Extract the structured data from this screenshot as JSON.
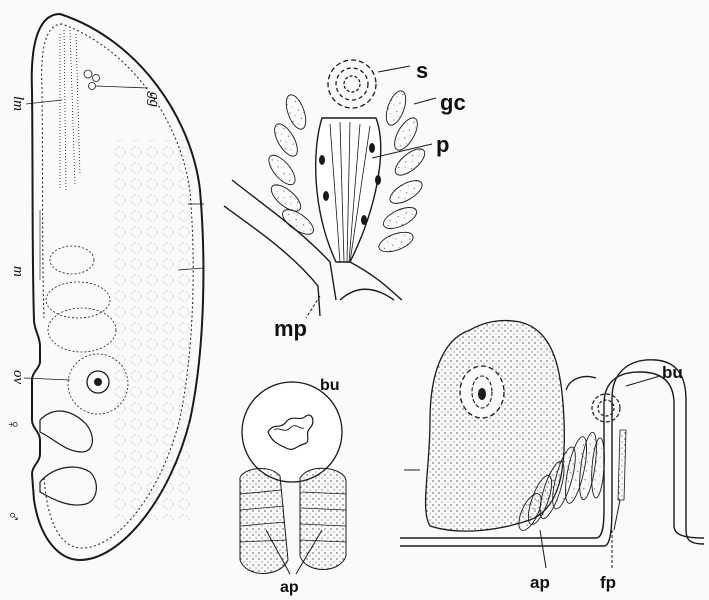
{
  "colors": {
    "ink": "#1a1a1a",
    "paper": "#fafafa",
    "stipple": "#555555"
  },
  "figure_a": {
    "labels": {
      "gg": "gg",
      "lm": "lm",
      "m": "m",
      "ov": "ov",
      "female": "♀",
      "male": "♂"
    }
  },
  "figure_b": {
    "labels": {
      "s": "s",
      "gc": "gc",
      "p": "p",
      "mp": "mp"
    }
  },
  "figure_c": {
    "labels": {
      "bu": "bu",
      "ap": "ap"
    }
  },
  "figure_d": {
    "labels": {
      "bu": "bu",
      "ap": "ap",
      "fp": "fp"
    }
  }
}
